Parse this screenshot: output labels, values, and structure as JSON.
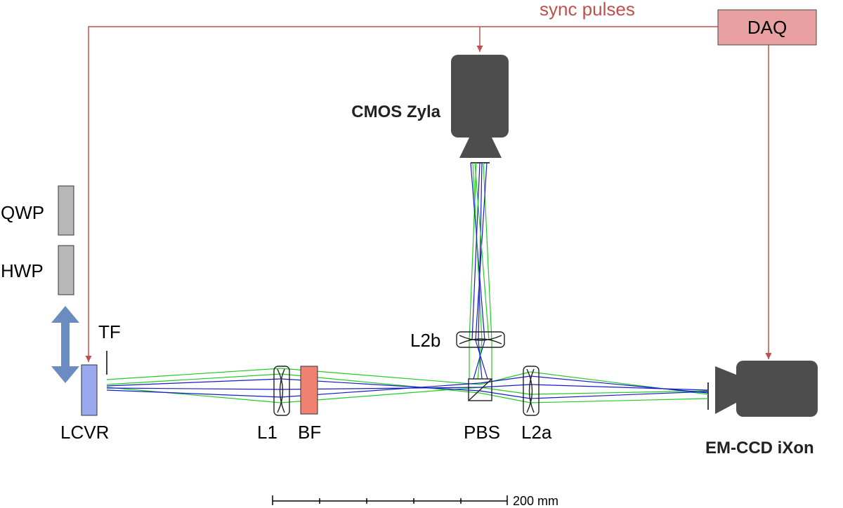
{
  "labels": {
    "sync": "sync pulses",
    "daq": "DAQ",
    "cmos": "CMOS Zyla",
    "emccd": "EM-CCD iXon",
    "qwp": "QWP",
    "hwp": "HWP",
    "tf": "TF",
    "lcvr": "LCVR",
    "l1": "L1",
    "bf": "BF",
    "pbs": "PBS",
    "l2a": "L2a",
    "l2b": "L2b",
    "scale": "200 mm"
  },
  "colors": {
    "sync_line": "#c0504d",
    "daq_fill": "#e8a0a0",
    "camera_body": "#4d4d4d",
    "waveplate": "#b8b8b8",
    "lcvr_fill": "#9aa8f0",
    "bf_fill": "#f08070",
    "arrow": "#6b8cc0",
    "ray_green": "#22cc22",
    "ray_blue": "#1a1acc"
  }
}
